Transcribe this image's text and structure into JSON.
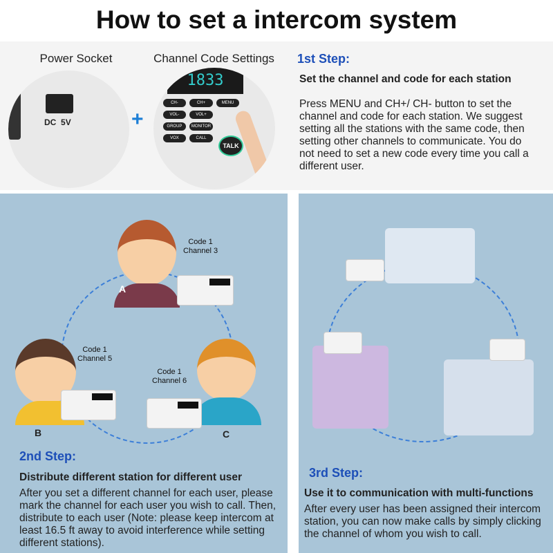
{
  "title": "How to set a intercom system",
  "top": {
    "power_caption": "Power Socket",
    "power_label_dc": "DC",
    "power_label_v": "5V",
    "plus": "+",
    "channel_caption": "Channel Code Settings",
    "display": "1833",
    "keys": [
      "CH-",
      "CH+",
      "MENU",
      "VOL-",
      "VOL+",
      "GROUP",
      "MONITOR",
      "VOX",
      "CALL"
    ],
    "talk": "TALK",
    "step1": {
      "heading": "1st Step:",
      "subtitle": "Set the channel and code for each station",
      "body": "Press MENU and CH+/ CH- button to set the channel and code for each station. We suggest setting all the stations with the same code, then setting other channels to communicate. You do not need to set a new code every time you call a different user."
    }
  },
  "left": {
    "users": [
      {
        "letter": "A",
        "code": "Code 1",
        "channel": "Channel 3"
      },
      {
        "letter": "B",
        "code": "Code 1",
        "channel": "Channel 5"
      },
      {
        "letter": "C",
        "code": "Code 1",
        "channel": "Channel 6"
      }
    ],
    "step2": {
      "heading": "2nd Step:",
      "subtitle": "Distribute different station for different user",
      "body": "After you set a different channel for each user, please mark the channel for each user you wish to call. Then, distribute to each user (Note: please keep intercom at least 16.5 ft away to avoid interference while setting different stations)."
    }
  },
  "right": {
    "step3": {
      "heading": "3rd Step:",
      "subtitle": "Use it to communication with multi-functions",
      "body": "After every user has been assigned their intercom station, you can now make calls by simply clicking the channel of whom you wish to call."
    }
  },
  "colors": {
    "panel": "#a9c5d8",
    "heading": "#1d4fb8",
    "plus": "#1e7fd6"
  }
}
